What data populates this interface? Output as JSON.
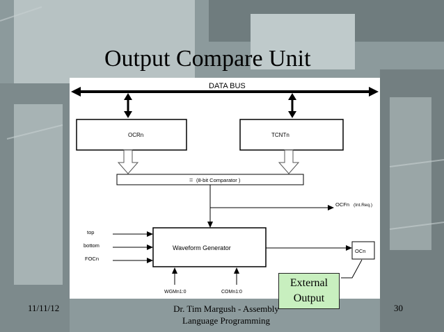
{
  "slide": {
    "title": "Output Compare Unit",
    "footer_date": "11/11/12",
    "footer_author": "Dr. Tim Margush - Assembly Language Programming",
    "page_number": "30"
  },
  "diagram": {
    "data_bus": "DATA BUS",
    "ocr_register": "OCRn",
    "tcnt_register": "TCNTn",
    "comparator_symbol": "=",
    "comparator_label": "(8-bit Comparator )",
    "ocf_flag": "OCFn",
    "ocf_note": "(Int.Req.)",
    "inputs": [
      "top",
      "bottom",
      "FOCn"
    ],
    "waveform_generator": "Waveform Generator",
    "output_pin": "OCn",
    "wgm_bits": "WGMn1:0",
    "com_bits": "COMn1:0"
  },
  "callout": {
    "line1": "External",
    "line2": "Output"
  },
  "colors": {
    "callout_fill": "#c8efbf",
    "background": "#8c9a9c"
  }
}
